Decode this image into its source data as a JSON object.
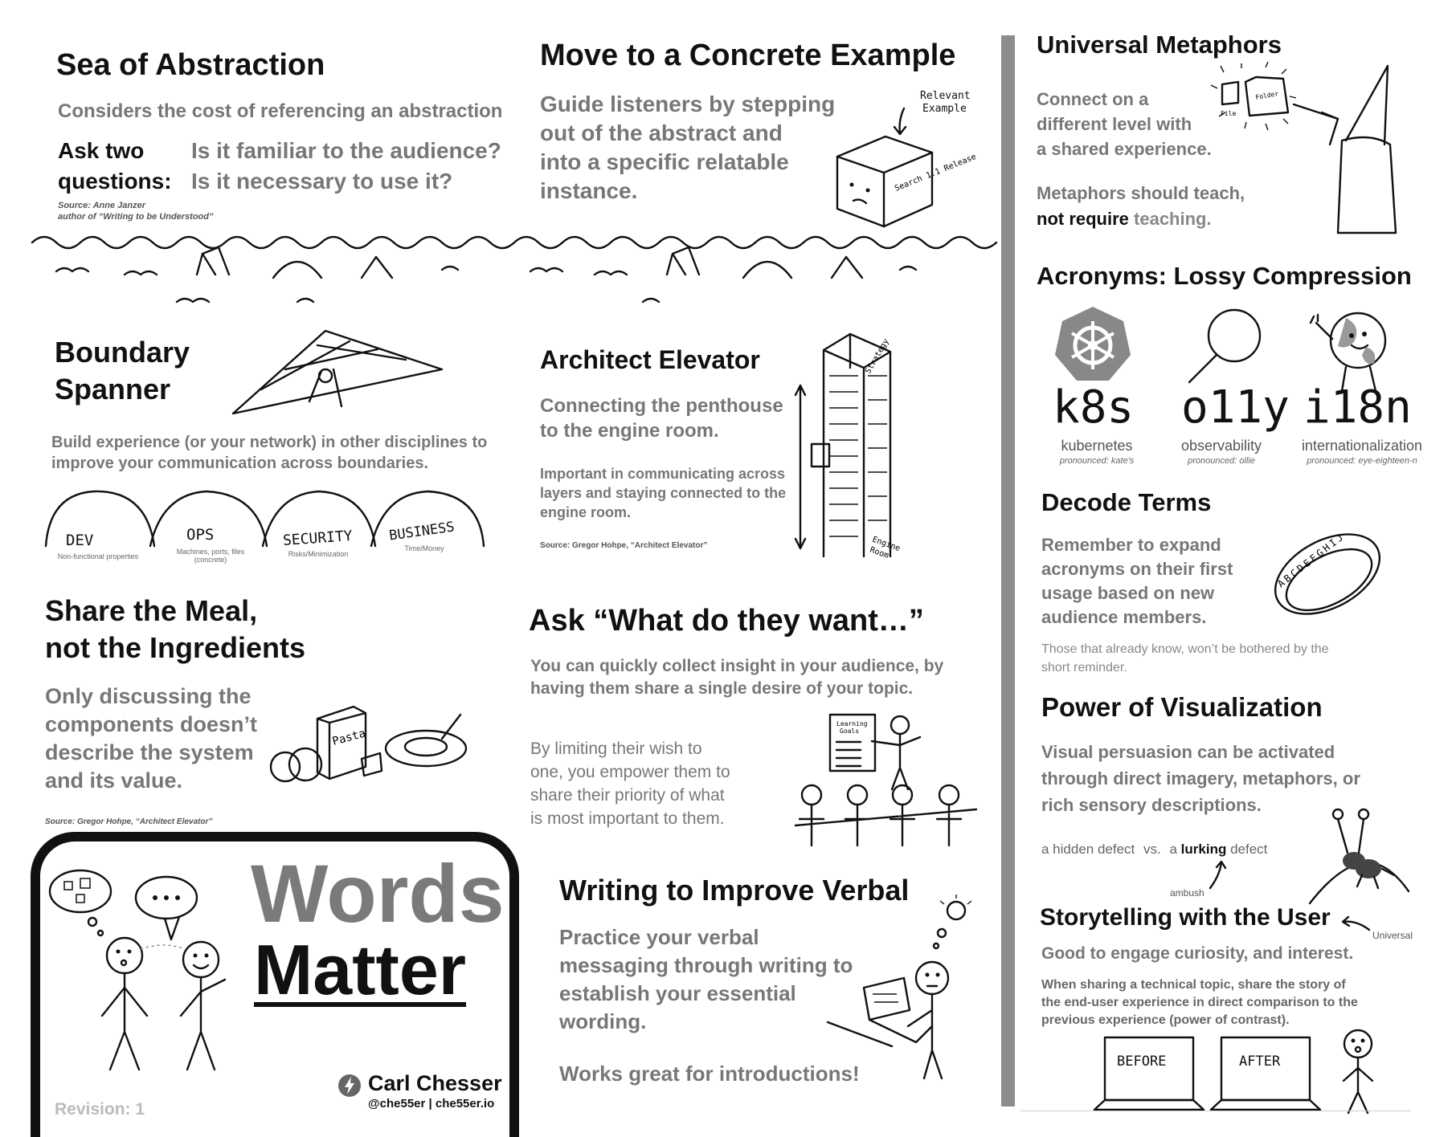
{
  "sea": {
    "title": "Sea of Abstraction",
    "subtitle": "Considers the cost of referencing an abstraction",
    "ask_label_1": "Ask two",
    "ask_label_2": "questions:",
    "q1": "Is it familiar to the audience?",
    "q2": "Is it necessary to use it?",
    "source_1": "Source: Anne Janzer",
    "source_2": "author of “Writing to be Understood”"
  },
  "concrete": {
    "title": "Move to a Concrete Example",
    "body": [
      "Guide listeners by stepping",
      "out of the abstract and",
      "into a specific relatable",
      "instance."
    ],
    "note_1": "Relevant",
    "note_2": "Example",
    "box_label": "Search 1.1 Release"
  },
  "boundary": {
    "title_1": "Boundary",
    "title_2": "Spanner",
    "body_1": "Build experience (or your network) in other disciplines to",
    "body_2": "improve your communication across boundaries.",
    "hills": [
      {
        "label": "Dev",
        "caption": "Non-functional properties"
      },
      {
        "label": "Ops",
        "caption": "Machines, ports, files (concrete)"
      },
      {
        "label": "Security",
        "caption": "Risks/Minimization"
      },
      {
        "label": "Business",
        "caption": "Time/Money"
      }
    ]
  },
  "elevator": {
    "title": "Architect Elevator",
    "body_1": "Connecting the penthouse",
    "body_2": "to the engine room.",
    "detail": [
      "Important in communicating across",
      "layers and staying connected to the",
      "engine room."
    ],
    "source": "Source: Gregor Hohpe, “Architect Elevator”",
    "top_label": "Strategy",
    "bottom_label_1": "Engine",
    "bottom_label_2": "Room"
  },
  "meal": {
    "title_1": "Share the Meal,",
    "title_2": "not the Ingredients",
    "body": [
      "Only discussing the",
      "components doesn’t",
      "describe the system",
      "and its value."
    ],
    "source": "Source: Gregor Hohpe, “Architect Elevator”",
    "box_label": "Pasta"
  },
  "want": {
    "title": "Ask “What do they want…”",
    "body_1": "You can quickly collect insight in your audience, by",
    "body_2": "having them share a single desire of your topic.",
    "detail": [
      "By limiting their wish to",
      "one, you empower them to",
      "share their priority of what",
      "is most important to them."
    ],
    "board_1": "Learning",
    "board_2": "Goals"
  },
  "words": {
    "title_1": "Words",
    "title_2": "Matter",
    "author": "Carl Chesser",
    "handle": "@che55er | che55er.io",
    "revision": "Revision: 1"
  },
  "writing": {
    "title": "Writing to Improve Verbal",
    "body": [
      "Practice your verbal",
      "messaging through writing to",
      "establish your essential",
      "wording."
    ],
    "footer": "Works great for introductions!"
  },
  "metaphors": {
    "title": "Universal Metaphors",
    "body": [
      "Connect on a",
      "different level with",
      "a shared experience."
    ],
    "line_1": "Metaphors should teach,",
    "line_2_a": "not require",
    "line_2_b": " teaching.",
    "file_label": "File",
    "folder_label": "Folder"
  },
  "acronyms": {
    "title": "Acronyms: Lossy Compression",
    "items": [
      {
        "short": "k8s",
        "long": "kubernetes",
        "pron": "pronounced: kate's"
      },
      {
        "short": "o11y",
        "long": "observability",
        "pron": "pronounced: ollie"
      },
      {
        "short": "i18n",
        "long": "internationalization",
        "pron": "pronounced: eye-eighteen-n"
      }
    ]
  },
  "decode": {
    "title": "Decode Terms",
    "body": [
      "Remember to expand",
      "acronyms on their first",
      "usage based on new",
      "audience members."
    ],
    "note_1": "Those that already know, won’t be bothered by the",
    "note_2": "short reminder.",
    "ring_letters": "ABCDEFGHIJ"
  },
  "visual": {
    "title": "Power of Visualization",
    "body": [
      "Visual persuasion can be activated",
      "through direct imagery, metaphors, or",
      "rich sensory descriptions."
    ],
    "ex_a": "a hidden defect",
    "vs": "vs.",
    "ex_b_1": "a",
    "ex_b_2": "lurking",
    "ex_b_3": "defect",
    "ambush": "ambush"
  },
  "story": {
    "title": "Storytelling with the User",
    "tag": "Universal",
    "body": "Good to engage curiosity, and interest.",
    "detail": [
      "When sharing a technical topic, share the story of",
      "the end-user experience in direct comparison to the",
      "previous experience (power of contrast)."
    ],
    "before": "Before",
    "after": "After"
  }
}
